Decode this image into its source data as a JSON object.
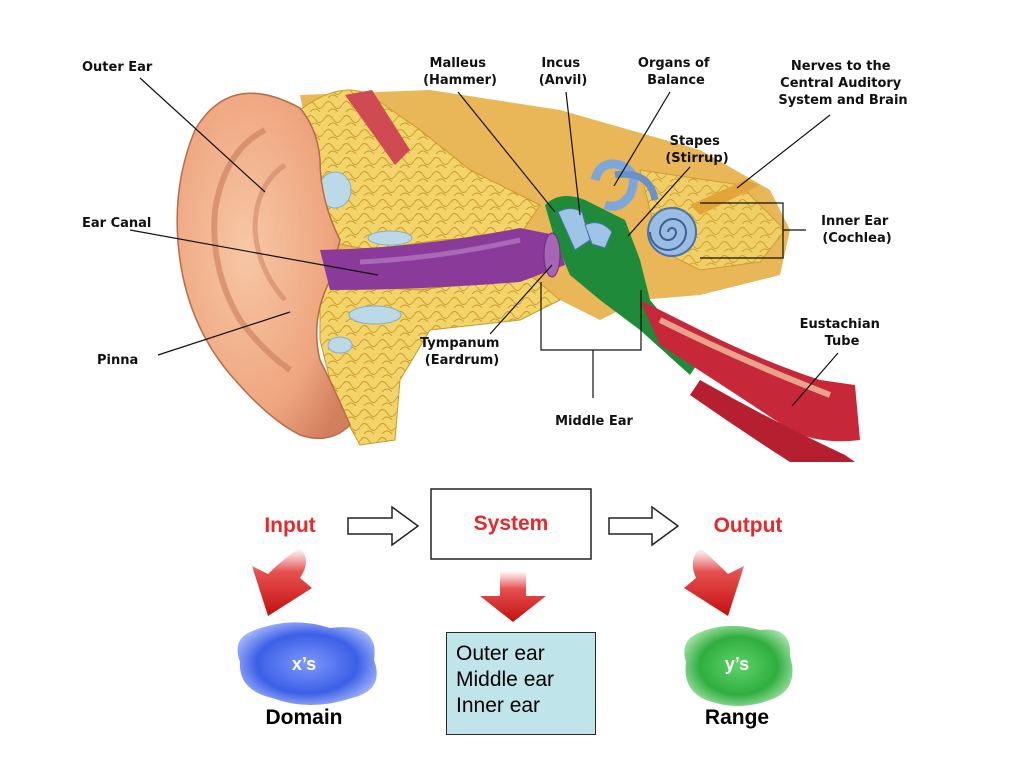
{
  "labels": {
    "outer_ear": "Outer Ear",
    "ear_canal": "Ear Canal",
    "pinna": "Pinna",
    "malleus": [
      "Malleus",
      "(Hammer)"
    ],
    "incus": [
      "Incus",
      "(Anvil)"
    ],
    "organs_balance": [
      "Organs of",
      "Balance"
    ],
    "nerves": [
      "Nerves to the",
      "Central Auditory",
      "System and Brain"
    ],
    "stapes": [
      "Stapes",
      "(Stirrup)"
    ],
    "inner_ear": [
      "Inner Ear",
      "(Cochlea)"
    ],
    "tympanum": [
      "Tympanum",
      "(Eardrum)"
    ],
    "eustachian": [
      "Eustachian",
      "Tube"
    ],
    "middle_ear": "Middle Ear"
  },
  "flow": {
    "input": "Input",
    "system": "System",
    "output": "Output",
    "domain_blob": "x’s",
    "domain": "Domain",
    "range_blob": "y’s",
    "range": "Range",
    "parts": [
      "Outer ear",
      "Middle ear",
      "Inner ear"
    ]
  },
  "colors": {
    "flow_red": "#e8282c",
    "arrow_red": "#cc1111",
    "domain_blob": "#3b63e0",
    "range_blob": "#36b84a",
    "parts_box": "#bfe4ea",
    "skin": "#f0b08c",
    "bone_yellow": "#f3d46a",
    "canal_purple": "#8a3b9a",
    "eustachian_red": "#c6283a",
    "middle_green": "#1f8a3a",
    "cochlea_blue": "#7fa6d8"
  }
}
